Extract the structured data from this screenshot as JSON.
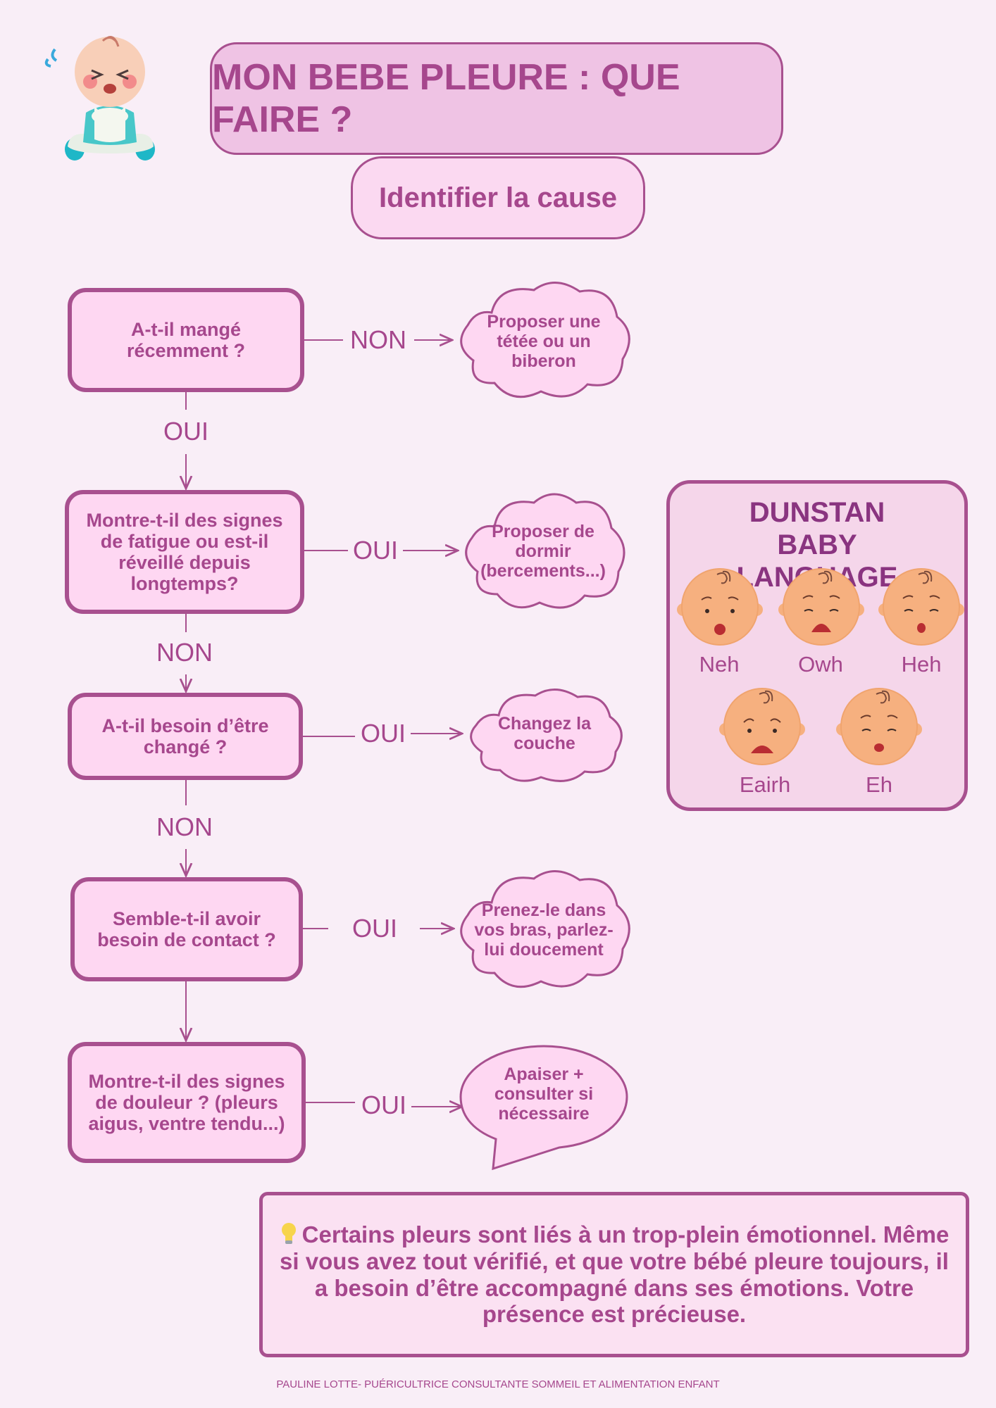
{
  "header": {
    "title": "MON BEBE PLEURE : QUE FAIRE ?",
    "subtitle": "Identifier la cause",
    "logo_icon": "crying-baby-icon"
  },
  "flow": {
    "questions": [
      "A-t-il mangé récemment ?",
      "Montre-t-il des signes de fatigue ou est-il réveillé depuis longtemps?",
      "A-t-il besoin d’être changé ?",
      "Semble-t-il avoir besoin de contact ?",
      "Montre-t-il des signes de douleur ? (pleurs aigus, ventre tendu...)"
    ],
    "branch_labels": [
      "NON",
      "OUI",
      "OUI",
      "OUI",
      "OUI"
    ],
    "down_labels": [
      "OUI",
      "NON",
      "NON"
    ],
    "answers": [
      "Proposer une tétée ou un biberon",
      "Proposer de dormir (bercements...)",
      "Changez la couche",
      "Prenez-le dans vos bras, parlez-lui doucement",
      "Apaiser + consulter si nécessaire"
    ]
  },
  "dunstan": {
    "title": "DUNSTAN BABY LANGUAGE",
    "babies": [
      "Neh",
      "Owh",
      "Heh",
      "Eairh",
      "Eh"
    ]
  },
  "note": {
    "icon": "lightbulb-icon",
    "text": "Certains pleurs sont liés à un trop-plein émotionnel. Même si vous avez tout vérifié, et que votre bébé pleure toujours, il a besoin d’être accompagné dans ses émotions. Votre présence est précieuse."
  },
  "footer": "PAULINE LOTTE- PUÉRICULTRICE CONSULTANTE SOMMEIL ET ALIMENTATION ENFANT",
  "colors": {
    "background": "#f9eef7",
    "accent": "#a8508f",
    "text": "#a6478d",
    "box_fill": "#fed7f2",
    "baby_skin": "#f6b07f"
  }
}
